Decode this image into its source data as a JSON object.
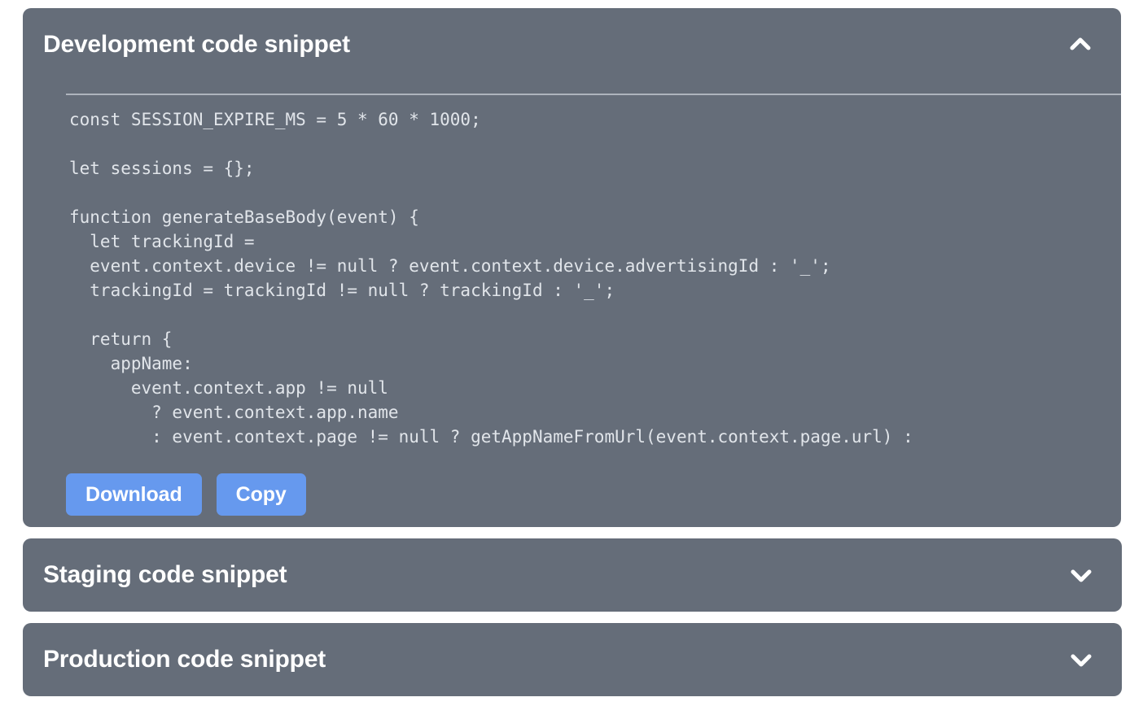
{
  "theme": {
    "page_background": "#ffffff",
    "panel_background": "#656d79",
    "panel_title_color": "#ffffff",
    "divider_color": "#aeb4bd",
    "code_text_color": "#e1e5ea",
    "button_color": "#6699ee",
    "button_text_color": "#ffffff"
  },
  "panels": [
    {
      "title": "Development code snippet",
      "expanded": true,
      "toggle_icon": "chevron-up-icon",
      "code": "const SESSION_EXPIRE_MS = 5 * 60 * 1000;\n\nlet sessions = {};\n\nfunction generateBaseBody(event) {\n  let trackingId =\n  event.context.device != null ? event.context.device.advertisingId : '_';\n  trackingId = trackingId != null ? trackingId : '_';\n\n  return {\n    appName:\n      event.context.app != null\n        ? event.context.app.name\n        : event.context.page != null ? getAppNameFromUrl(event.context.page.url) :",
      "buttons": [
        {
          "label": "Download",
          "name": "download-button"
        },
        {
          "label": "Copy",
          "name": "copy-button"
        }
      ]
    },
    {
      "title": "Staging code snippet",
      "expanded": false,
      "toggle_icon": "chevron-down-icon"
    },
    {
      "title": "Production code snippet",
      "expanded": false,
      "toggle_icon": "chevron-down-icon"
    }
  ]
}
